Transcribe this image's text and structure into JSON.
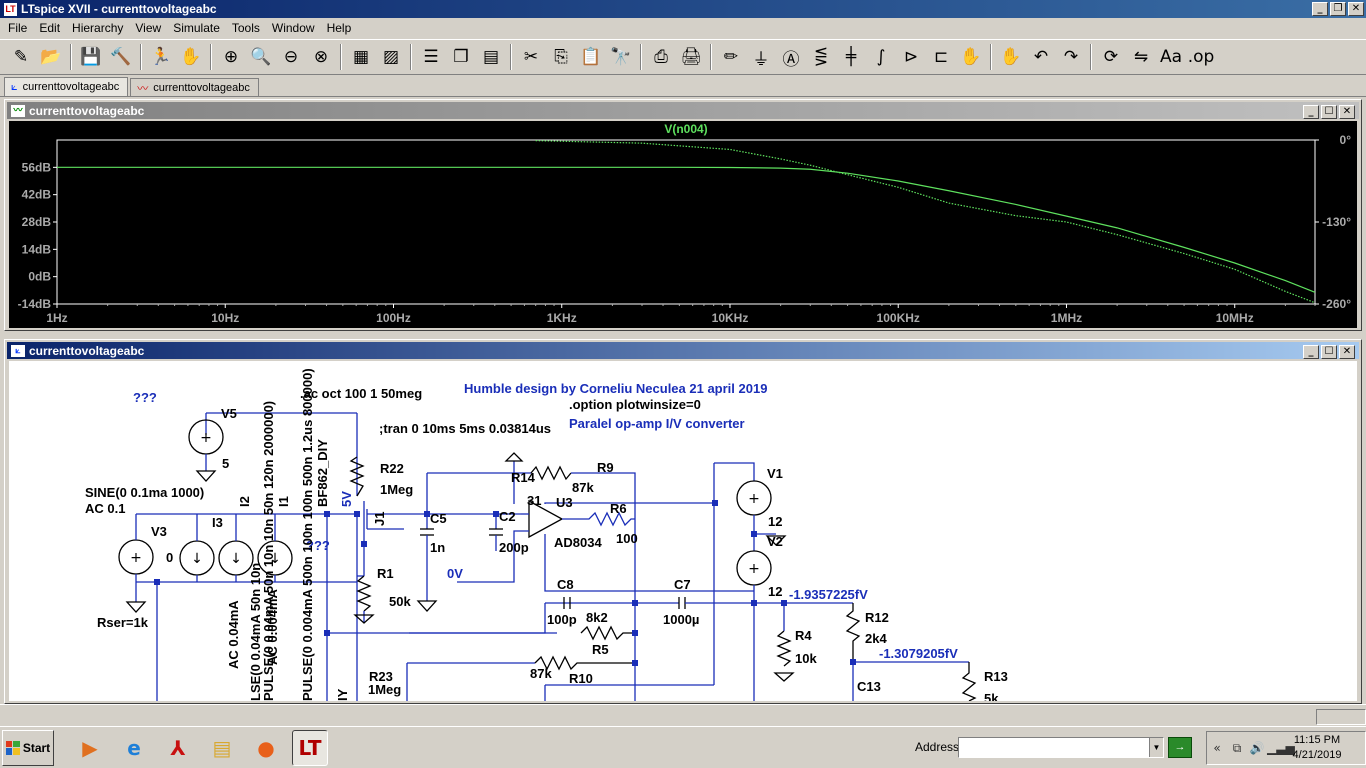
{
  "window": {
    "title": "LTspice XVII - currenttovoltageabc",
    "buttons": [
      "_",
      "❐",
      "✕"
    ]
  },
  "menu": [
    "File",
    "Edit",
    "Hierarchy",
    "View",
    "Simulate",
    "Tools",
    "Window",
    "Help"
  ],
  "toolbar": {
    "icons": [
      {
        "name": "new-schematic-icon",
        "glyph": "✎"
      },
      {
        "name": "open-icon",
        "glyph": "📂"
      },
      {
        "name": "save-icon",
        "glyph": "💾"
      },
      {
        "name": "control-panel-icon",
        "glyph": "🔨"
      },
      {
        "name": "run-icon",
        "glyph": "🏃"
      },
      {
        "name": "halt-icon",
        "glyph": "✋"
      },
      {
        "name": "zoom-in-icon",
        "glyph": "⊕"
      },
      {
        "name": "zoom-pan-icon",
        "glyph": "🔍"
      },
      {
        "name": "zoom-out-icon",
        "glyph": "⊖"
      },
      {
        "name": "zoom-fit-icon",
        "glyph": "⊗"
      },
      {
        "name": "autorange-icon",
        "glyph": "▦"
      },
      {
        "name": "autorange-y-icon",
        "glyph": "▨"
      },
      {
        "name": "tile-horizontal-icon",
        "glyph": "☰"
      },
      {
        "name": "cascade-icon",
        "glyph": "❐"
      },
      {
        "name": "tile-vertical-icon",
        "glyph": "▤"
      },
      {
        "name": "cut-icon",
        "glyph": "✂"
      },
      {
        "name": "copy-icon",
        "glyph": "⎘"
      },
      {
        "name": "paste-icon",
        "glyph": "📋"
      },
      {
        "name": "find-icon",
        "glyph": "🔭"
      },
      {
        "name": "print-icon",
        "glyph": "⎙"
      },
      {
        "name": "print-setup-icon",
        "glyph": "🖨"
      },
      {
        "name": "draw-wire-icon",
        "glyph": "✏"
      },
      {
        "name": "ground-icon",
        "glyph": "⏚"
      },
      {
        "name": "label-net-icon",
        "glyph": "Ⓐ"
      },
      {
        "name": "resistor-icon",
        "glyph": "⋚"
      },
      {
        "name": "capacitor-icon",
        "glyph": "╪"
      },
      {
        "name": "inductor-icon",
        "glyph": "∫"
      },
      {
        "name": "diode-icon",
        "glyph": "⊳"
      },
      {
        "name": "component-icon",
        "glyph": "⊏"
      },
      {
        "name": "move-icon",
        "glyph": "✋"
      },
      {
        "name": "drag-icon",
        "glyph": "✋"
      },
      {
        "name": "undo-icon",
        "glyph": "↶"
      },
      {
        "name": "redo-icon",
        "glyph": "↷"
      },
      {
        "name": "rotate-icon",
        "glyph": "⟳"
      },
      {
        "name": "mirror-icon",
        "glyph": "⇋"
      },
      {
        "name": "text-icon",
        "glyph": "Aa"
      },
      {
        "name": "spice-directive-icon",
        "glyph": ".op"
      }
    ]
  },
  "tabs": [
    {
      "label": "currenttovoltageabc",
      "icon": "schematic-tab-icon",
      "glyph": "⟀",
      "active": true
    },
    {
      "label": "currenttovoltageabc",
      "icon": "waveform-tab-icon",
      "glyph": "〰",
      "active": false
    }
  ],
  "plot_window": {
    "title": "currenttovoltageabc"
  },
  "schematic_window": {
    "title": "currenttovoltageabc"
  },
  "chart_data": {
    "type": "line",
    "title": "V(n004)",
    "x_scale": "log",
    "xlim": [
      1,
      30000000
    ],
    "x_ticks": [
      1,
      10,
      100,
      1000,
      10000,
      100000,
      1000000,
      10000000
    ],
    "x_tick_labels": [
      "1Hz",
      "10Hz",
      "100Hz",
      "1KHz",
      "10KHz",
      "100KHz",
      "1MHz",
      "10MHz"
    ],
    "ylim": [
      -14,
      70
    ],
    "y_ticks": [
      56,
      42,
      28,
      14,
      0,
      -14
    ],
    "y_tick_labels": [
      "56dB",
      "42dB",
      "28dB",
      "14dB",
      "0dB",
      "-14dB"
    ],
    "y2lim": [
      -260,
      0
    ],
    "y2_ticks": [
      0,
      -130,
      -260
    ],
    "y2_tick_labels": [
      "0°",
      "-130°",
      "-260°"
    ],
    "grid": false,
    "series": [
      {
        "name": "V(n004)",
        "axis": "left",
        "style": "solid",
        "color": "#5ee05e",
        "x": [
          1,
          10,
          100,
          1000,
          5000,
          10000,
          20000,
          30000,
          50000,
          100000,
          200000,
          500000,
          1000000,
          2000000,
          5000000,
          10000000,
          20000000,
          30000000
        ],
        "y": [
          56,
          56,
          56,
          56,
          56,
          55.9,
          55.6,
          55,
          53,
          49,
          44,
          37,
          31,
          25,
          15,
          7,
          -2,
          -8
        ]
      },
      {
        "name": "",
        "axis": "right",
        "style": "dotted",
        "color": "#5ee05e",
        "x": [
          700,
          1000,
          3000,
          10000,
          20000,
          30000,
          50000,
          100000,
          200000,
          500000,
          1000000,
          2000000,
          5000000,
          10000000,
          20000000,
          30000000
        ],
        "y": [
          -1,
          -2,
          -5,
          -15,
          -30,
          -40,
          -55,
          -75,
          -100,
          -120,
          -130,
          -150,
          -180,
          -205,
          -240,
          -258
        ]
      }
    ]
  },
  "schematic": {
    "texts": [
      {
        "id": "q1",
        "text": "???",
        "blue": true
      },
      {
        "id": "ac",
        "text": ".ac oct 100 1 50meg",
        "blue": false
      },
      {
        "id": "humble",
        "text": "Humble design by Corneliu Neculea 21 april 2019",
        "blue": true
      },
      {
        "id": "option",
        "text": ".option plotwinsize=0",
        "blue": false
      },
      {
        "id": "tran",
        "text": ";tran 0 10ms 5ms 0.03814us",
        "blue": false
      },
      {
        "id": "paralel",
        "text": "Paralel op-amp I/V converter",
        "blue": true
      },
      {
        "id": "v5",
        "text": "V5",
        "blue": false
      },
      {
        "id": "v5val",
        "text": "5",
        "blue": false
      },
      {
        "id": "sine",
        "text": "SINE(0 0.1ma 1000)",
        "blue": false
      },
      {
        "id": "ac01",
        "text": "AC 0.1",
        "blue": false
      },
      {
        "id": "v3",
        "text": "V3",
        "blue": false
      },
      {
        "id": "v3val",
        "text": "0",
        "blue": false
      },
      {
        "id": "i3",
        "text": "I3",
        "blue": false
      },
      {
        "id": "rser",
        "text": "Rser=1k",
        "blue": false
      },
      {
        "id": "q2",
        "text": "???",
        "blue": true
      },
      {
        "id": "r22",
        "text": "R22",
        "blue": false
      },
      {
        "id": "r22v",
        "text": "1Meg",
        "blue": false
      },
      {
        "id": "c5",
        "text": "C5",
        "blue": false
      },
      {
        "id": "c5v",
        "text": "1n",
        "blue": false
      },
      {
        "id": "c2",
        "text": "C2",
        "blue": false
      },
      {
        "id": "c2v",
        "text": "200p",
        "blue": false
      },
      {
        "id": "r1",
        "text": "R1",
        "blue": false
      },
      {
        "id": "r1v",
        "text": "50k",
        "blue": false
      },
      {
        "id": "zero_v",
        "text": "0V",
        "blue": true
      },
      {
        "id": "r14",
        "text": "R14",
        "blue": false
      },
      {
        "id": "r9",
        "text": "R9",
        "blue": false
      },
      {
        "id": "r9v",
        "text": "87k",
        "blue": false
      },
      {
        "id": "n31",
        "text": "31",
        "blue": false
      },
      {
        "id": "u3",
        "text": "U3",
        "blue": false
      },
      {
        "id": "r6",
        "text": "R6",
        "blue": false
      },
      {
        "id": "r6v",
        "text": "100",
        "blue": false
      },
      {
        "id": "ad8034",
        "text": "AD8034",
        "blue": false
      },
      {
        "id": "c8",
        "text": "C8",
        "blue": false
      },
      {
        "id": "c8v",
        "text": "100p",
        "blue": false
      },
      {
        "id": "r5v",
        "text": "8k2",
        "blue": false
      },
      {
        "id": "r5",
        "text": "R5",
        "blue": false
      },
      {
        "id": "c7",
        "text": "C7",
        "blue": false
      },
      {
        "id": "c7v",
        "text": "1000µ",
        "blue": false
      },
      {
        "id": "r10v",
        "text": "87k",
        "blue": false
      },
      {
        "id": "r10",
        "text": "R10",
        "blue": false
      },
      {
        "id": "r23",
        "text": "R23",
        "blue": false
      },
      {
        "id": "r23v",
        "text": "1Meg",
        "blue": false
      },
      {
        "id": "v1",
        "text": "V1",
        "blue": false
      },
      {
        "id": "v1v",
        "text": "12",
        "blue": false
      },
      {
        "id": "v2",
        "text": "V2",
        "blue": false
      },
      {
        "id": "v2v",
        "text": "12",
        "blue": false
      },
      {
        "id": "fv1",
        "text": "-1.9357225fV",
        "blue": true
      },
      {
        "id": "r12",
        "text": "R12",
        "blue": false
      },
      {
        "id": "r12v",
        "text": "2k4",
        "blue": false
      },
      {
        "id": "r4",
        "text": "R4",
        "blue": false
      },
      {
        "id": "r4v",
        "text": "10k",
        "blue": false
      },
      {
        "id": "fv2",
        "text": "-1.3079205fV",
        "blue": true
      },
      {
        "id": "r13",
        "text": "R13",
        "blue": false
      },
      {
        "id": "r13v",
        "text": "5k",
        "blue": false
      },
      {
        "id": "c13",
        "text": "C13",
        "blue": false
      }
    ],
    "vertical_texts": [
      {
        "id": "i2",
        "text": "I2",
        "blue": false
      },
      {
        "id": "i1",
        "text": "I1",
        "blue": false
      },
      {
        "id": "bf862",
        "text": "BF862_DIY",
        "blue": false
      },
      {
        "id": "fivev",
        "text": "5V",
        "blue": true
      },
      {
        "id": "j1",
        "text": "J1",
        "blue": false
      },
      {
        "id": "pulse1",
        "text": "PULSE(0 0.04mA 50n 10n 10n 50n 120n 2000000)",
        "blue": false
      },
      {
        "id": "pulse2",
        "text": "PULSE(0 0.004mA 500n 100n 100n 500n 1.2us 800000)",
        "blue": false
      },
      {
        "id": "ac004",
        "text": "AC 0.04mA",
        "blue": false
      },
      {
        "id": "ac0004",
        "text": "AC 0.004mA",
        "blue": false
      },
      {
        "id": "lse",
        "text": "LSE(0 0.04mA 50n 10n",
        "blue": false
      },
      {
        "id": "diy2",
        "text": "IY",
        "blue": false
      }
    ]
  },
  "taskbar": {
    "start": "Start",
    "apps": [
      {
        "name": "media-player-taskbar-icon",
        "glyph": "▶",
        "color": "#e07020"
      },
      {
        "name": "internet-explorer-taskbar-icon",
        "glyph": "e",
        "color": "#1e7fd8"
      },
      {
        "name": "acrobat-taskbar-icon",
        "glyph": "⅄",
        "color": "#c81010"
      },
      {
        "name": "explorer-taskbar-icon",
        "glyph": "▤",
        "color": "#d8a830"
      },
      {
        "name": "firefox-taskbar-icon",
        "glyph": "●",
        "color": "#e8601a"
      },
      {
        "name": "ltspice-taskbar-icon",
        "glyph": "LT",
        "color": "#b00000"
      }
    ],
    "address_label": "Address",
    "address_value": "",
    "go": "→",
    "time": "11:15 PM",
    "date": "4/21/2019"
  }
}
